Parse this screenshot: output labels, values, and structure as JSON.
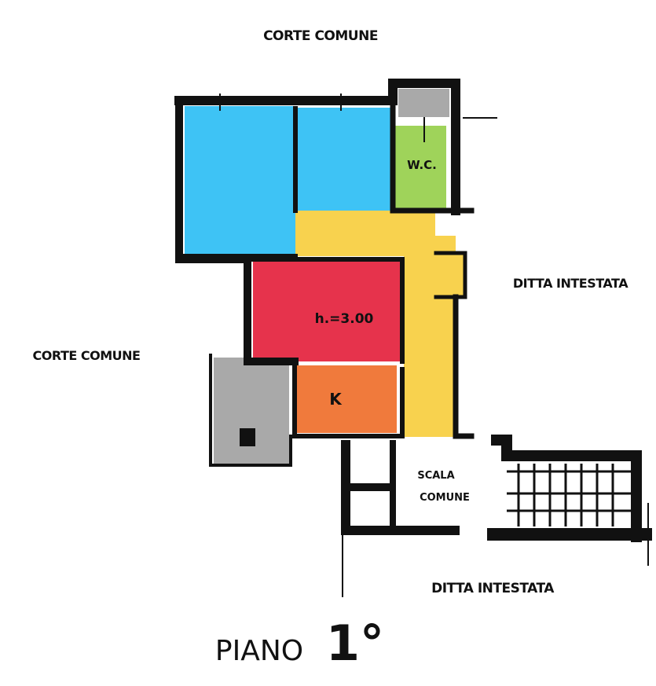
{
  "plan": {
    "title": "PIANO",
    "floor": "1°",
    "labels": {
      "corte_top": "CORTE COMUNE",
      "corte_left": "CORTE COMUNE",
      "ditta_right": "DITTA INTESTATA",
      "ditta_bottom": "DITTA INTESTATA",
      "scala_line1": "SCALA",
      "scala_line2": "COMUNE"
    },
    "rooms": {
      "wc": "W.C.",
      "living": "h.=3.00",
      "kitchen": "K"
    },
    "colors": {
      "bedroom": "#3ec3f5",
      "wc": "#9fd35a",
      "corridor": "#f8d24e",
      "living": "#e6334c",
      "kitchen": "#f07a3c",
      "service": "#a9a9a9",
      "wall": "#111111"
    }
  }
}
